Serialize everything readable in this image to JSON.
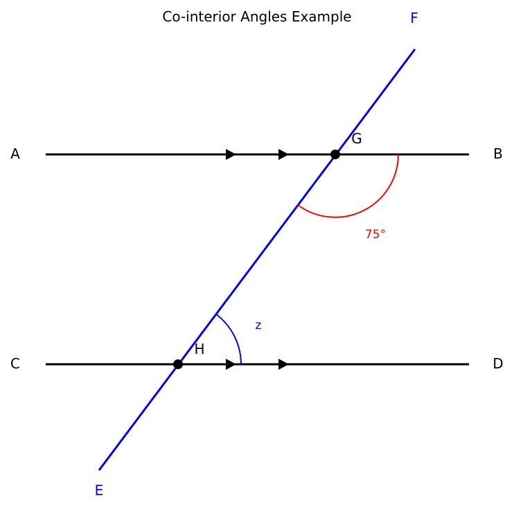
{
  "title": "Co-interior Angles Example",
  "labels": {
    "A": "A",
    "B": "B",
    "C": "C",
    "D": "D",
    "E": "E",
    "F": "F",
    "G": "G",
    "H": "H"
  },
  "angles": {
    "known": "75°",
    "unknown": "z"
  },
  "colors": {
    "parallel_lines": "#000000",
    "transversal": "#0000ff",
    "known_angle": "#ff0000",
    "unknown_angle": "#0000ff",
    "points": "#000000"
  }
}
